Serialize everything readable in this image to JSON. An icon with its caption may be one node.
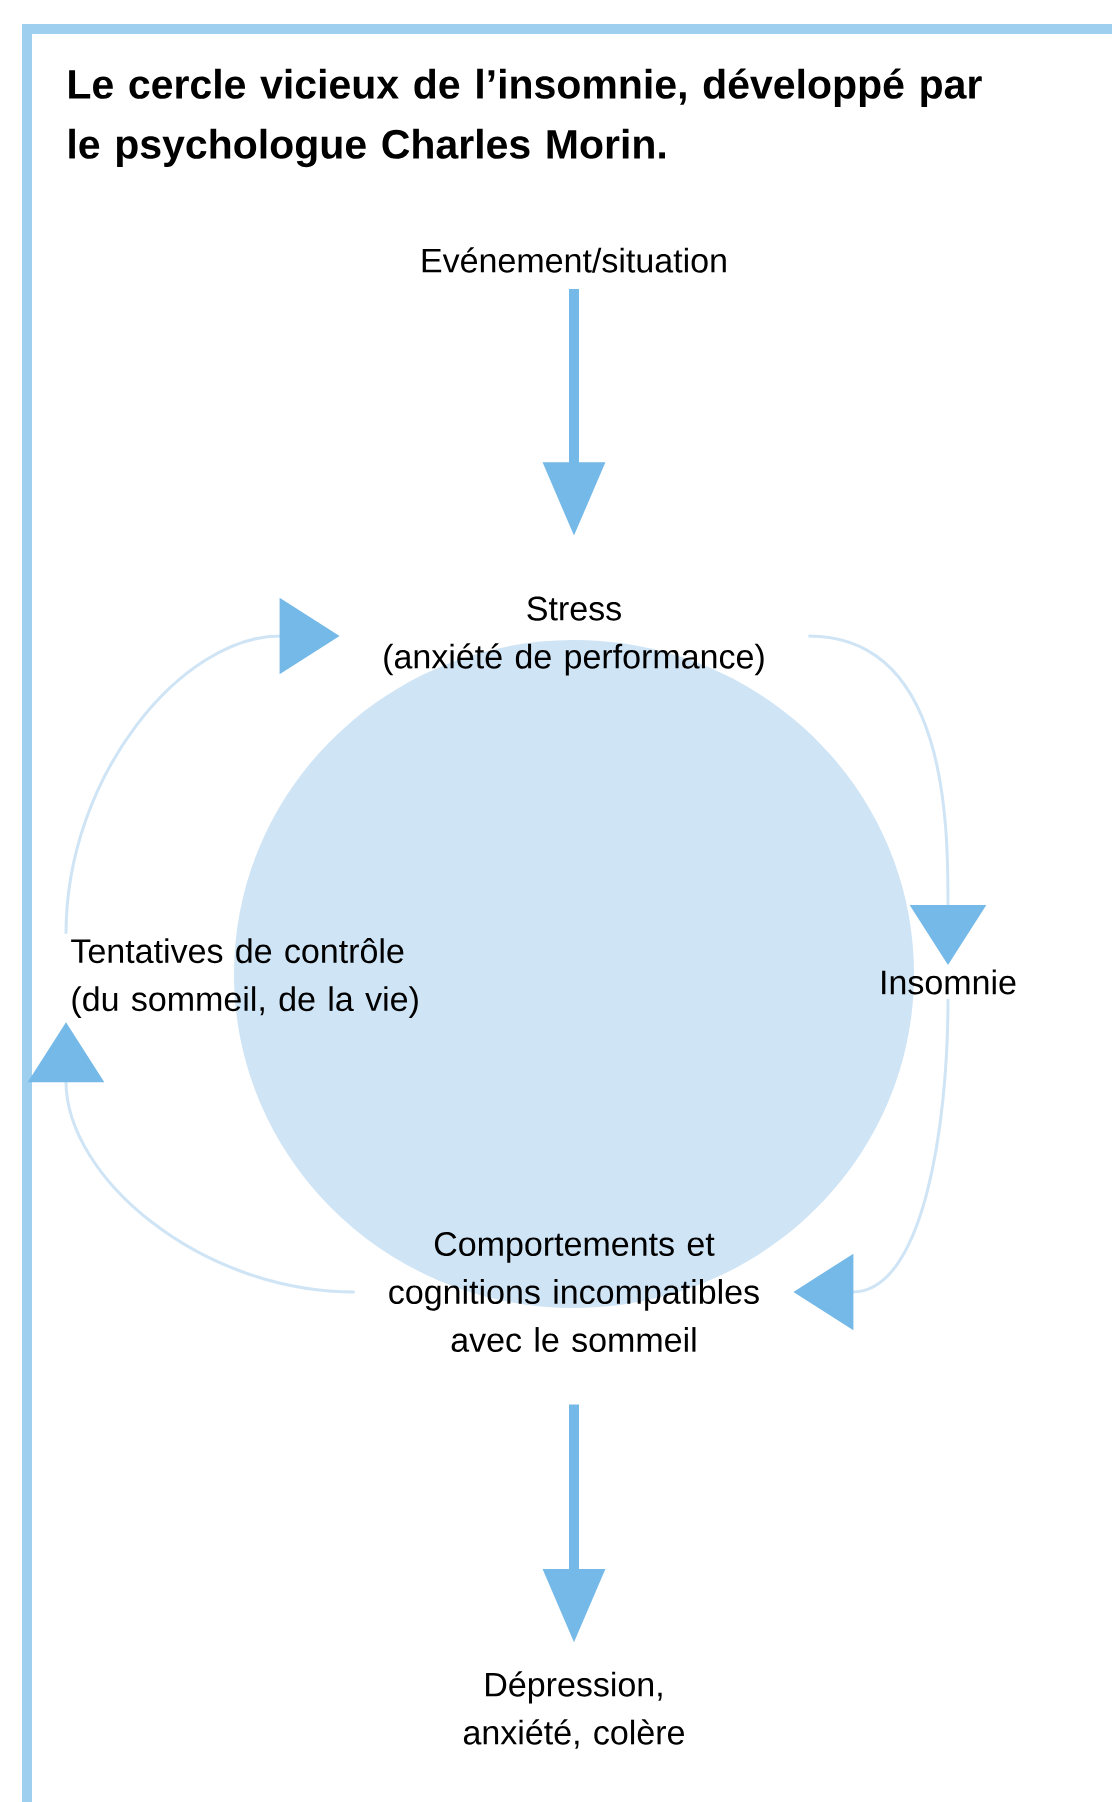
{
  "diagram": {
    "title": "Le cercle vicieux de l’insomnie, développé par le psychologue Charles Morin.",
    "nodes": [
      {
        "text": [
          "Evénement/situation"
        ]
      },
      {
        "text": [],
        "shape": "circle"
      },
      {
        "text": [
          "Stress",
          "(anxiété de performance)"
        ]
      },
      {
        "text": [
          "Insomnie"
        ]
      },
      {
        "text": [
          "Comportements et cognitions incompatibles avec le sommeil"
        ]
      },
      {
        "text": [
          "Tentatives de contrôle",
          "(du sommeil, de la vie)"
        ]
      },
      {
        "text": [
          "Dépression, anxiété, colère"
        ]
      }
    ],
    "edges": [
      {
        "from": 0,
        "to": 2,
        "arrow": "to",
        "style": "thick",
        "color": "#74b9e7"
      },
      {
        "from": 2,
        "to": 3,
        "arrow": "to"
      },
      {
        "from": 3,
        "to": 4,
        "arrow": "to"
      },
      {
        "from": 4,
        "to": 5,
        "arrow": "to"
      },
      {
        "from": 5,
        "to": 2,
        "arrow": "to"
      },
      {
        "from": 4,
        "to": 6,
        "arrow": "to",
        "style": "thick",
        "color": "#74b9e7"
      }
    ]
  }
}
